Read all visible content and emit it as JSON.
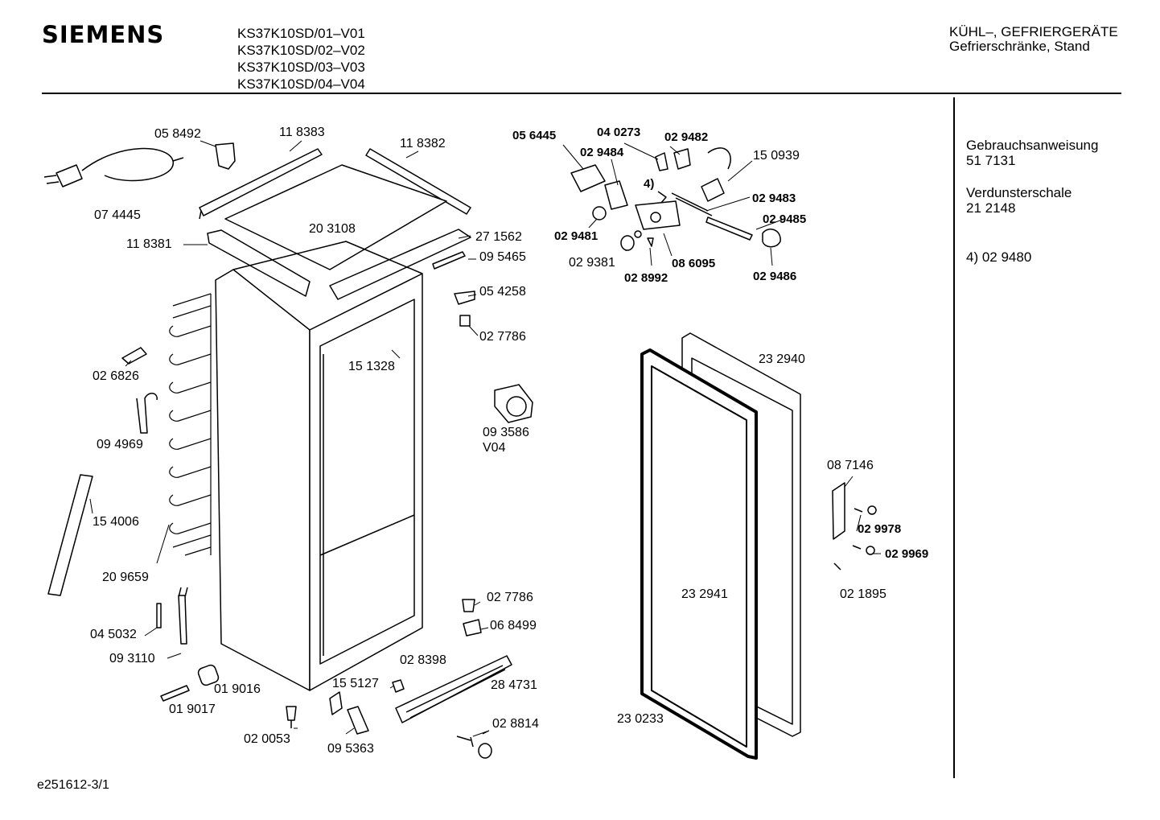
{
  "header": {
    "brand": "SIEMENS",
    "models": [
      "KS37K10SD/01–V01",
      "KS37K10SD/02–V02",
      "KS37K10SD/03–V03",
      "KS37K10SD/04–V04"
    ],
    "category_line1": "KÜHL–, GEFRIERGERÄTE",
    "category_line2": "Gefrierschränke, Stand"
  },
  "side_panel": {
    "manual_label": "Gebrauchsanweisung",
    "manual_number": "51 7131",
    "tray_label": "Verdunsterschale",
    "tray_number": "21 2148",
    "note_4": "4)  02 9480"
  },
  "footer": {
    "code": "e251612-3/1"
  },
  "parts": [
    {
      "id": "p058492",
      "text": "05 8492",
      "bold": false
    },
    {
      "id": "p118383",
      "text": "11 8383",
      "bold": false
    },
    {
      "id": "p118382",
      "text": "11 8382",
      "bold": false
    },
    {
      "id": "p074445",
      "text": "07 4445",
      "bold": false
    },
    {
      "id": "p203108",
      "text": "20 3108",
      "bold": false
    },
    {
      "id": "p118381",
      "text": "11 8381",
      "bold": false
    },
    {
      "id": "p271562",
      "text": "27 1562",
      "bold": false
    },
    {
      "id": "p095465",
      "text": "09 5465",
      "bold": false
    },
    {
      "id": "p054258",
      "text": "05 4258",
      "bold": false
    },
    {
      "id": "p027786a",
      "text": "02 7786",
      "bold": false
    },
    {
      "id": "p151328",
      "text": "15 1328",
      "bold": false
    },
    {
      "id": "p026826",
      "text": "02 6826",
      "bold": false
    },
    {
      "id": "p094969",
      "text": "09 4969",
      "bold": false
    },
    {
      "id": "p093586",
      "text": "09 3586",
      "bold": false
    },
    {
      "id": "pV04",
      "text": "V04",
      "bold": false
    },
    {
      "id": "p154006",
      "text": "15 4006",
      "bold": false
    },
    {
      "id": "p209659",
      "text": "20 9659",
      "bold": false
    },
    {
      "id": "p045032",
      "text": "04 5032",
      "bold": false
    },
    {
      "id": "p093110",
      "text": "09 3110",
      "bold": false
    },
    {
      "id": "p019016",
      "text": "01 9016",
      "bold": false
    },
    {
      "id": "p019017",
      "text": "01 9017",
      "bold": false
    },
    {
      "id": "p020053",
      "text": "02 0053",
      "bold": false
    },
    {
      "id": "p095363",
      "text": "09 5363",
      "bold": false
    },
    {
      "id": "p155127",
      "text": "15 5127",
      "bold": false
    },
    {
      "id": "p028398",
      "text": "02 8398",
      "bold": false
    },
    {
      "id": "p284731",
      "text": "28 4731",
      "bold": false
    },
    {
      "id": "p028814",
      "text": "02 8814",
      "bold": false
    },
    {
      "id": "p027786b",
      "text": "02 7786",
      "bold": false
    },
    {
      "id": "p068499",
      "text": "06 8499",
      "bold": false
    },
    {
      "id": "p056445",
      "text": "05 6445",
      "bold": true
    },
    {
      "id": "p040273",
      "text": "04 0273",
      "bold": true
    },
    {
      "id": "p029482",
      "text": "02 9482",
      "bold": true
    },
    {
      "id": "p150939",
      "text": "15 0939",
      "bold": false
    },
    {
      "id": "p029484",
      "text": "02 9484",
      "bold": true
    },
    {
      "id": "p4",
      "text": "4)",
      "bold": true
    },
    {
      "id": "p029483",
      "text": "02 9483",
      "bold": true
    },
    {
      "id": "p029485",
      "text": "02 9485",
      "bold": true
    },
    {
      "id": "p029481",
      "text": "02 9481",
      "bold": true
    },
    {
      "id": "p029381",
      "text": "02 9381",
      "bold": false
    },
    {
      "id": "p086095",
      "text": "08 6095",
      "bold": true
    },
    {
      "id": "p028992",
      "text": "02 8992",
      "bold": true
    },
    {
      "id": "p029486",
      "text": "02 9486",
      "bold": true
    },
    {
      "id": "p232940",
      "text": "23 2940",
      "bold": false
    },
    {
      "id": "p232941",
      "text": "23 2941",
      "bold": false
    },
    {
      "id": "p230233",
      "text": "23 0233",
      "bold": false
    },
    {
      "id": "p087146",
      "text": "08 7146",
      "bold": false
    },
    {
      "id": "p029978",
      "text": "02 9978",
      "bold": true
    },
    {
      "id": "p029969",
      "text": "02 9969",
      "bold": true
    },
    {
      "id": "p021895",
      "text": "02 1895",
      "bold": false
    }
  ]
}
